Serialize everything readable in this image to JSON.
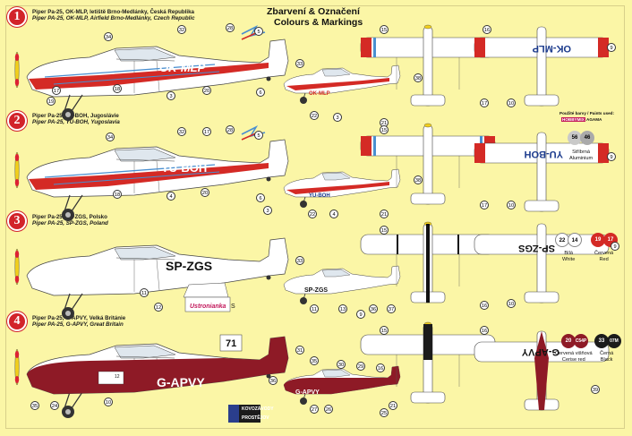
{
  "header": {
    "title_cz": "Zbarvení & Označení",
    "title_en": "Colours & Markings"
  },
  "schemes": [
    {
      "num": "1",
      "line1": "Piper Pa-25, OK-MLP, letiště Brno-Medlánky, Česká Republika",
      "line2": "Piper PA-25, OK-MLP, Airfield Brno-Medlánky, Czech Republic",
      "reg": "OK-MLP"
    },
    {
      "num": "2",
      "line1": "Piper Pa-25, YU-BOH, Jugoslávie",
      "line2": "Piper PA-25, YU-BOH, Yugoslavia",
      "reg": "YU-BOH"
    },
    {
      "num": "3",
      "line1": "Piper Pa-25, SP-ZGS, Polsko",
      "line2": "Piper PA-25, SP-ZGS, Poland",
      "reg": "SP-ZGS",
      "extra_text": "Ustronianka"
    },
    {
      "num": "4",
      "line1": "Piper Pa-25, G-APVY, Velká Británie",
      "line2": "Piper PA-25, G-APVY, Great Britain",
      "reg": "G-APVY",
      "tail_number": "71"
    }
  ],
  "paint_legend": {
    "header_cz": "Použité barvy / Paints used:",
    "brand1": "HOBBYMIX",
    "brand2": "AGAMA",
    "swatches": [
      {
        "code1": "56",
        "code2": "46",
        "label_cz": "Stříbrná",
        "label_en": "Aluminium",
        "color": "#c9c9c9"
      },
      {
        "code1": "22",
        "code2": "14",
        "label_cz": "Bílá",
        "label_en": "White",
        "color": "#ffffff"
      },
      {
        "code1": "19",
        "code2": "17",
        "label_cz": "Červená",
        "label_en": "Red",
        "color": "#d42a25"
      },
      {
        "code1": "20",
        "code2": "C54P",
        "label_cz": "Červená višňová",
        "label_en": "Cerise red",
        "color": "#8e1a26"
      },
      {
        "code1": "33",
        "code2": "07M",
        "label_cz": "Černá",
        "label_en": "Black",
        "color": "#1b1b1b"
      }
    ]
  },
  "logo": {
    "line1": "KOVOZÁVODY",
    "line2": "PROSTĚJOV"
  },
  "callouts": [
    {
      "t": "17"
    },
    {
      "t": "34"
    },
    {
      "t": "32"
    },
    {
      "t": "28"
    },
    {
      "t": "5"
    },
    {
      "t": "19"
    },
    {
      "t": "18"
    },
    {
      "t": "3"
    },
    {
      "t": "20"
    },
    {
      "t": "6"
    },
    {
      "t": "33"
    },
    {
      "t": "22"
    },
    {
      "t": "3"
    },
    {
      "t": "21"
    },
    {
      "t": "15"
    },
    {
      "t": "38"
    },
    {
      "t": "16"
    },
    {
      "t": "17"
    },
    {
      "t": "10"
    },
    {
      "t": "9"
    },
    {
      "t": "34"
    },
    {
      "t": "32"
    },
    {
      "t": "17"
    },
    {
      "t": "28"
    },
    {
      "t": "5"
    },
    {
      "t": "18"
    },
    {
      "t": "4"
    },
    {
      "t": "20"
    },
    {
      "t": "6"
    },
    {
      "t": "3"
    },
    {
      "t": "22"
    },
    {
      "t": "4"
    },
    {
      "t": "21"
    },
    {
      "t": "15"
    },
    {
      "t": "38"
    },
    {
      "t": "17"
    },
    {
      "t": "10"
    },
    {
      "t": "9"
    },
    {
      "t": "11"
    },
    {
      "t": "12"
    },
    {
      "t": "33"
    },
    {
      "t": "11"
    },
    {
      "t": "13"
    },
    {
      "t": "9"
    },
    {
      "t": "36"
    },
    {
      "t": "37"
    },
    {
      "t": "15"
    },
    {
      "t": "16"
    },
    {
      "t": "10"
    },
    {
      "t": "9"
    },
    {
      "t": "35"
    },
    {
      "t": "24"
    },
    {
      "t": "10"
    },
    {
      "t": "36"
    },
    {
      "t": "27"
    },
    {
      "t": "26"
    },
    {
      "t": "25"
    },
    {
      "t": "31"
    },
    {
      "t": "35"
    },
    {
      "t": "30"
    },
    {
      "t": "29"
    },
    {
      "t": "21"
    },
    {
      "t": "15"
    },
    {
      "t": "16"
    },
    {
      "t": "16"
    },
    {
      "t": "39"
    }
  ],
  "decal_labels": {
    "s_letter": "S",
    "g12": "12"
  }
}
